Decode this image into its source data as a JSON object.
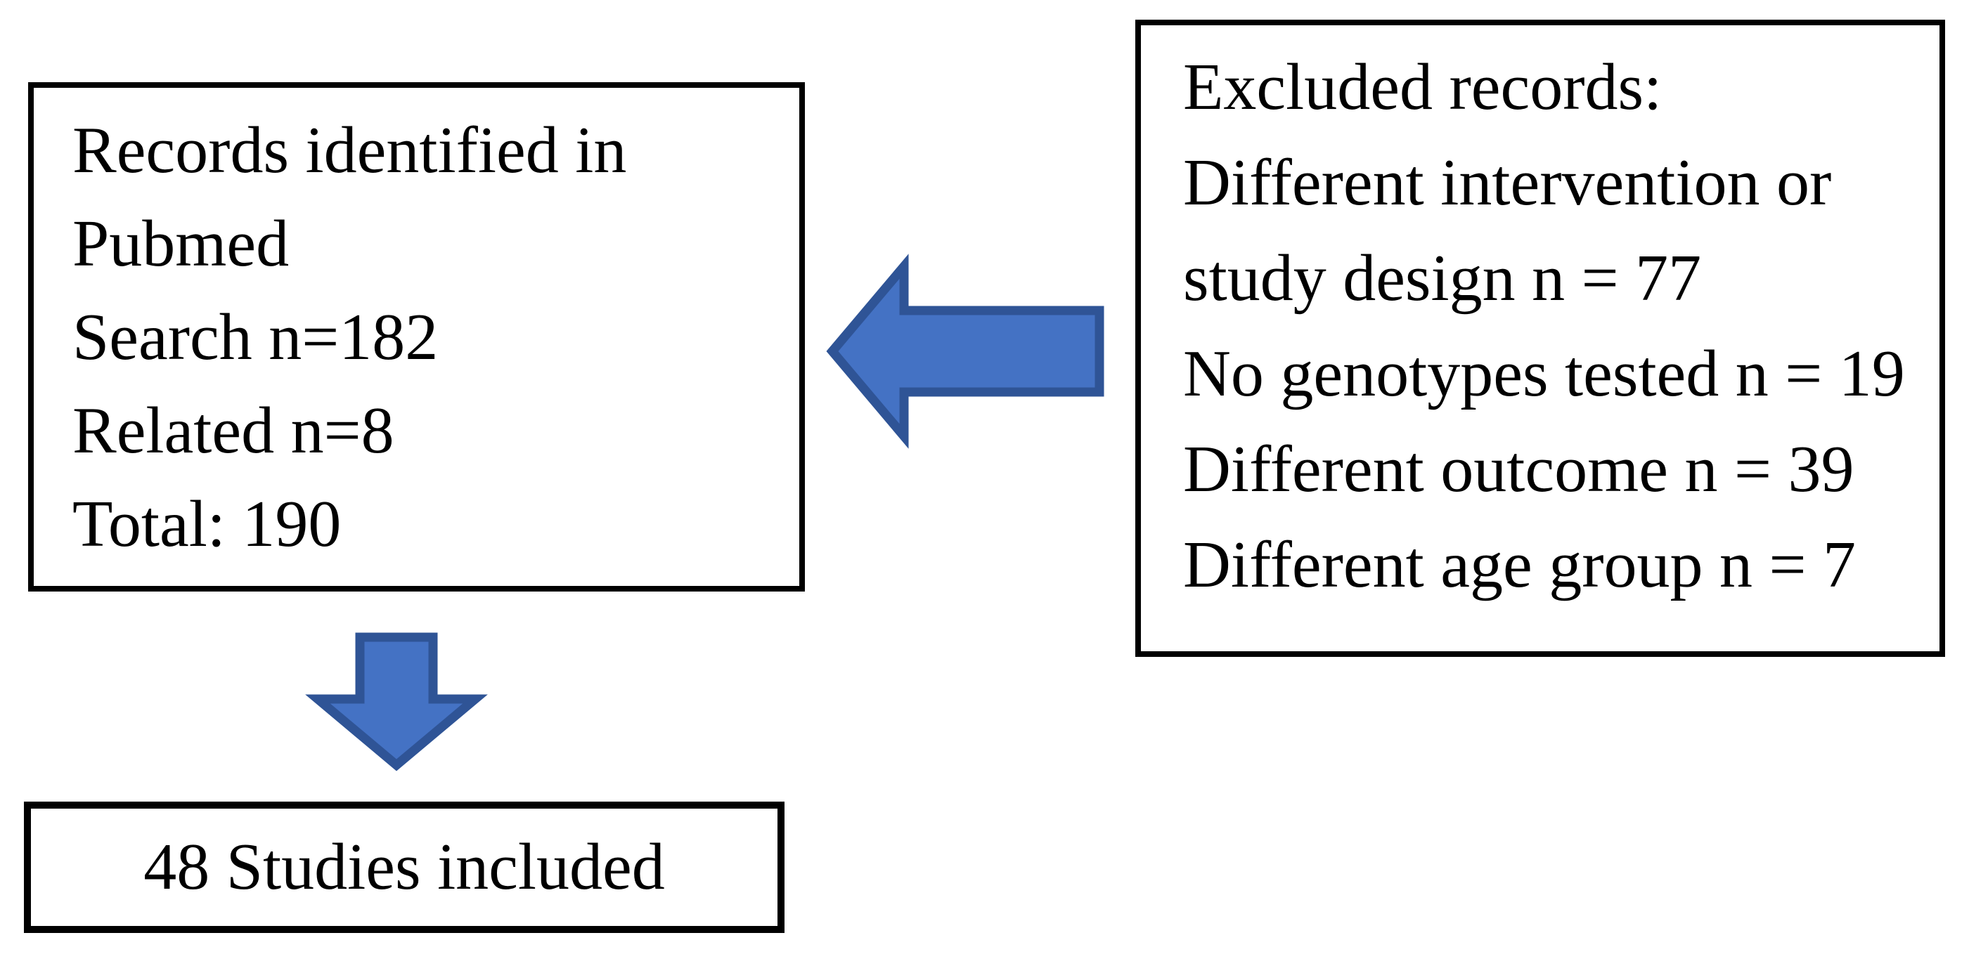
{
  "figure": {
    "background_color": "#FFFFFF",
    "box_border_color": "#000000",
    "text_color": "#000000",
    "boxes": {
      "records": {
        "lines": [
          "Records identified in",
          "Pubmed",
          "Search n=182",
          "Related n=8",
          "Total: 190"
        ]
      },
      "excluded": {
        "lines": [
          "Excluded records:",
          "Different intervention or",
          "study design n = 77",
          "No genotypes tested n = 19",
          "Different outcome n = 39",
          "Different age group n = 7"
        ]
      },
      "included": {
        "label": "48 Studies included"
      }
    },
    "arrows": {
      "fill": "#4472C4",
      "stroke": "#2F5496",
      "left_arrow_direction": "left",
      "down_arrow_direction": "down"
    }
  }
}
